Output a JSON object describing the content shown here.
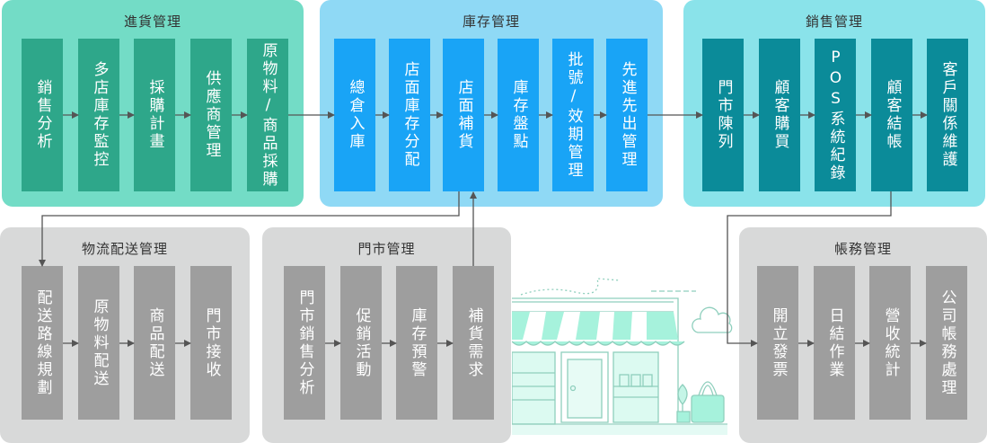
{
  "groups": [
    {
      "id": "procurement",
      "title": "進貨管理",
      "items": [
        "銷售分析",
        "多店庫存監控",
        "採購計畫",
        "供應商管理",
        "原物料/商品採購"
      ]
    },
    {
      "id": "inventory",
      "title": "庫存管理",
      "items": [
        "總倉入庫",
        "店面庫存分配",
        "店面補貨",
        "庫存盤點",
        "批號/效期管理",
        "先進先出管理"
      ]
    },
    {
      "id": "sales",
      "title": "銷售管理",
      "items": [
        "門市陳列",
        "顧客購買",
        "POS系統紀錄",
        "顧客結帳",
        "客戶關係維護"
      ]
    },
    {
      "id": "logistics",
      "title": "物流配送管理",
      "items": [
        "配送路線規劃",
        "原物料配送",
        "商品配送",
        "門市接收"
      ]
    },
    {
      "id": "store",
      "title": "門市管理",
      "items": [
        "門市銷售分析",
        "促銷活動",
        "庫存預警",
        "補貨需求"
      ]
    },
    {
      "id": "accounting",
      "title": "帳務管理",
      "items": [
        "開立發票",
        "日結作業",
        "營收統計",
        "公司帳務處理"
      ]
    }
  ],
  "colors": {
    "procurement_panel": "#73dcc6",
    "procurement_box": "#2ea78a",
    "inventory_panel": "#8fd9f5",
    "inventory_box": "#19a4f6",
    "sales_panel": "#8ae3ea",
    "sales_box": "#0b8b99",
    "secondary_panel": "#d8d9d9",
    "secondary_box": "#9e9e9e",
    "arrow": "#555555"
  }
}
